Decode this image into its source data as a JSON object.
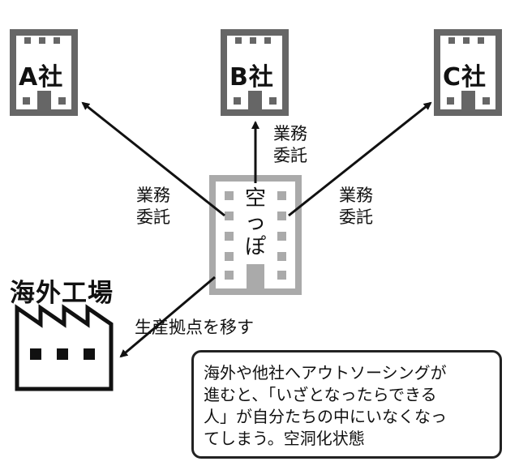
{
  "companies": [
    {
      "label": "A社"
    },
    {
      "label": "B社"
    },
    {
      "label": "C社"
    }
  ],
  "center_building": {
    "label_lines": [
      "空",
      "っ",
      "ぽ"
    ]
  },
  "relations": {
    "outsource_a": [
      "業務",
      "委託"
    ],
    "outsource_b": [
      "業務",
      "委託"
    ],
    "outsource_c": [
      "業務",
      "委託"
    ],
    "move_base": "生産拠点を移す"
  },
  "factory": {
    "title": "海外工場"
  },
  "note": {
    "lines": [
      "海外や他社へアウトソーシングが",
      "進むと、「いざとなったらできる",
      "人」が自分たちの中にいなくなっ",
      "てしまう。空洞化状態"
    ]
  },
  "colors": {
    "building_fill": "#666666",
    "center_building_fill": "#aaaaaa",
    "ink": "#111111"
  }
}
